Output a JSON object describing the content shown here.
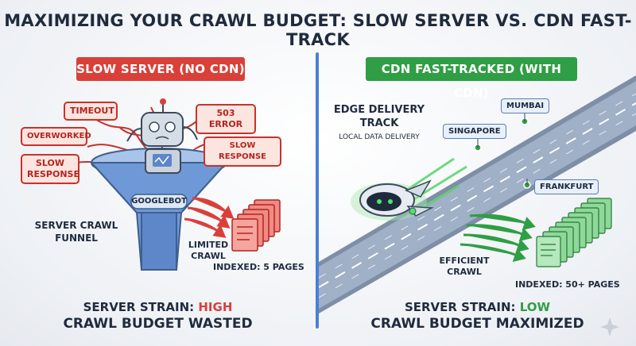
{
  "title": "MAXIMIZING YOUR CRAWL BUDGET: SLOW SERVER VS. CDN FAST-TRACK",
  "left": {
    "banner": "SLOW SERVER (NO CDN)",
    "bubbles": {
      "timeout": "TIMEOUT",
      "error503": "503 ERROR",
      "overworked": "OVERWORKED",
      "slow_response_right": "SLOW RESPONSE",
      "slow_response_left": "SLOW\nRESPONSE"
    },
    "funnel_label": "GOOGLEBOT",
    "side_label": "SERVER CRAWL\nFUNNEL",
    "limited_label": "LIMITED\nCRAWL",
    "indexed": "INDEXED: 5 PAGES",
    "strain_prefix": "SERVER STRAIN: ",
    "strain_value": "HIGH",
    "summary": "CRAWL BUDGET WASTED",
    "colors": {
      "accent": "#d9403a"
    }
  },
  "right": {
    "banner": "CDN FAST-TRACKED (WITH CDN)",
    "edge_title": "EDGE DELIVERY\nTRACK",
    "edge_sub": "LOCAL DATA DELIVERY",
    "nodes": {
      "mumbai": "MUMBAI",
      "singapore": "SINGAPORE",
      "frankfurt": "FRANKFURT"
    },
    "efficient_label": "EFFICIENT\nCRAWL",
    "indexed": "INDEXED: 50+ PAGES",
    "strain_prefix": "SERVER STRAIN: ",
    "strain_value": "LOW",
    "summary": "CRAWL BUDGET MAXIMIZED",
    "colors": {
      "accent": "#2f9e44"
    }
  },
  "icons": [
    "robot-icon",
    "funnel-icon",
    "document-stack-icon",
    "bot-drone-icon",
    "sparkle-icon"
  ]
}
